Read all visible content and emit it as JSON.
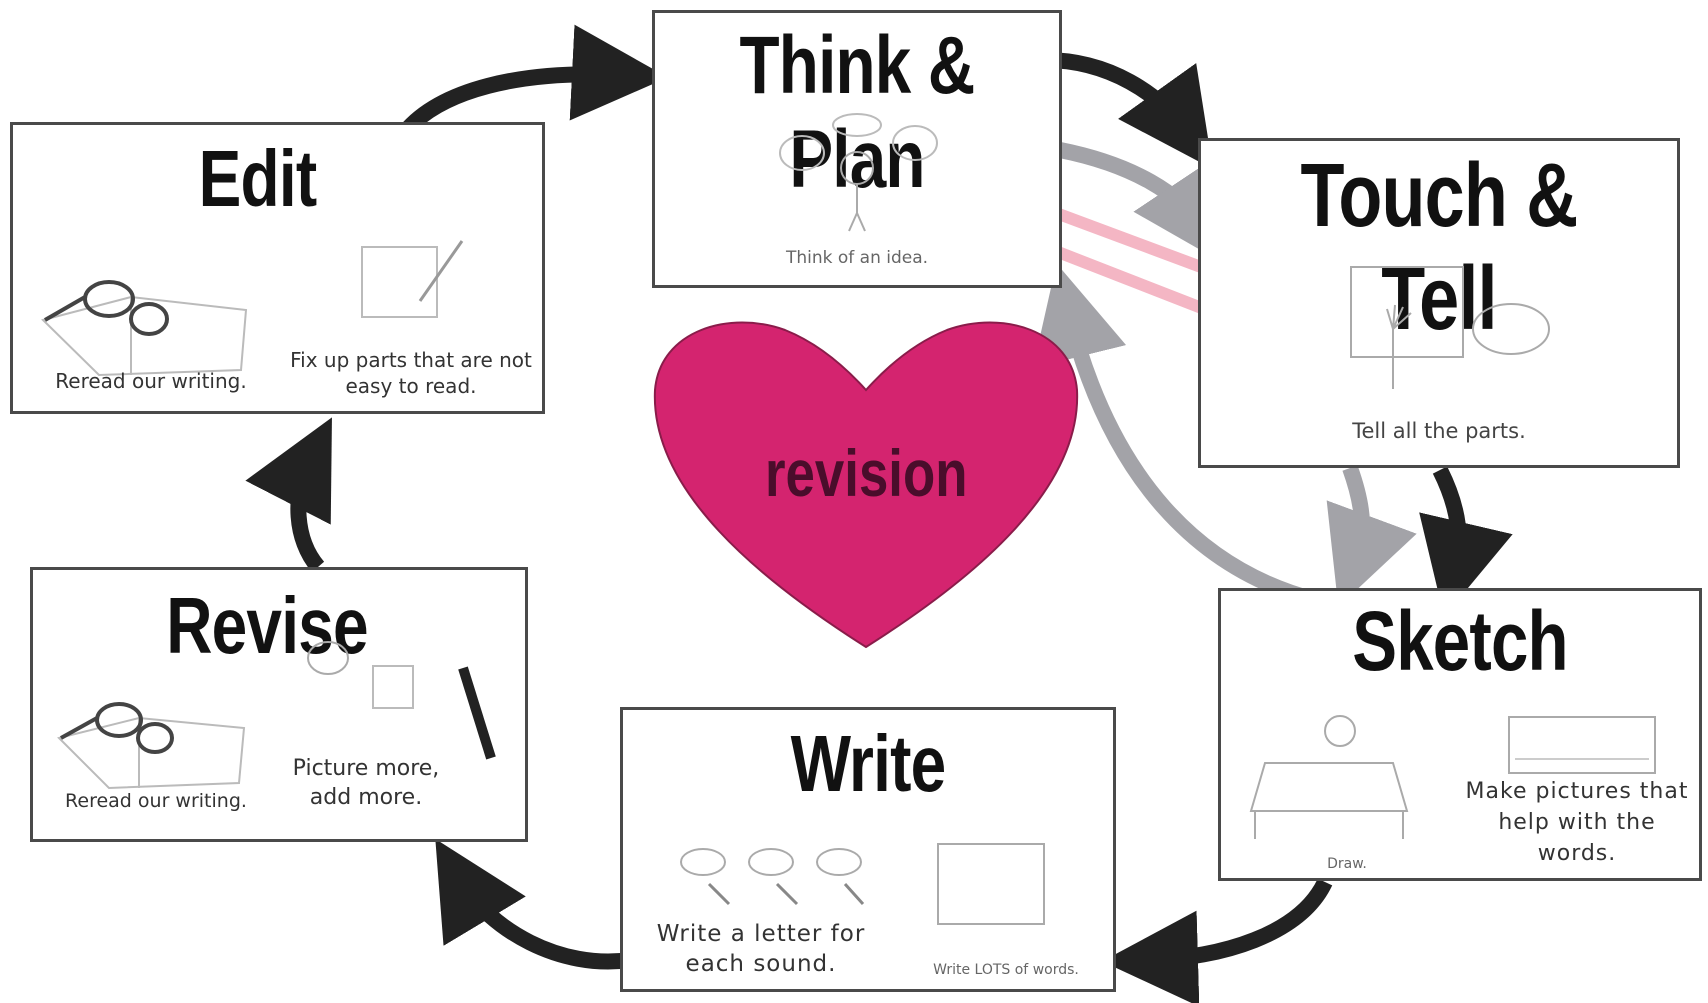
{
  "stages": {
    "think_plan": {
      "title": "Think & Plan",
      "caption": "Think of an idea."
    },
    "touch_tell": {
      "title": "Touch & Tell",
      "caption": "Tell all the parts."
    },
    "sketch": {
      "title": "Sketch",
      "caption_left": "Draw.",
      "caption_right": "Make pictures that help with the words."
    },
    "write": {
      "title": "Write",
      "caption_left": "Write a letter for each sound.",
      "caption_right": "Write LOTS of words."
    },
    "revise": {
      "title": "Revise",
      "caption_left": "Reread our writing.",
      "caption_right": "Picture more, add more."
    },
    "edit": {
      "title": "Edit",
      "caption_left": "Reread our writing.",
      "caption_right": "Fix up parts that are not easy to read."
    }
  },
  "center": {
    "label": "revision",
    "color": "#d4246f"
  },
  "colors": {
    "cycle_arrow": "#222222",
    "revision_arrow": "#a3a3a8",
    "touch_arrow": "#f4b6c4"
  }
}
